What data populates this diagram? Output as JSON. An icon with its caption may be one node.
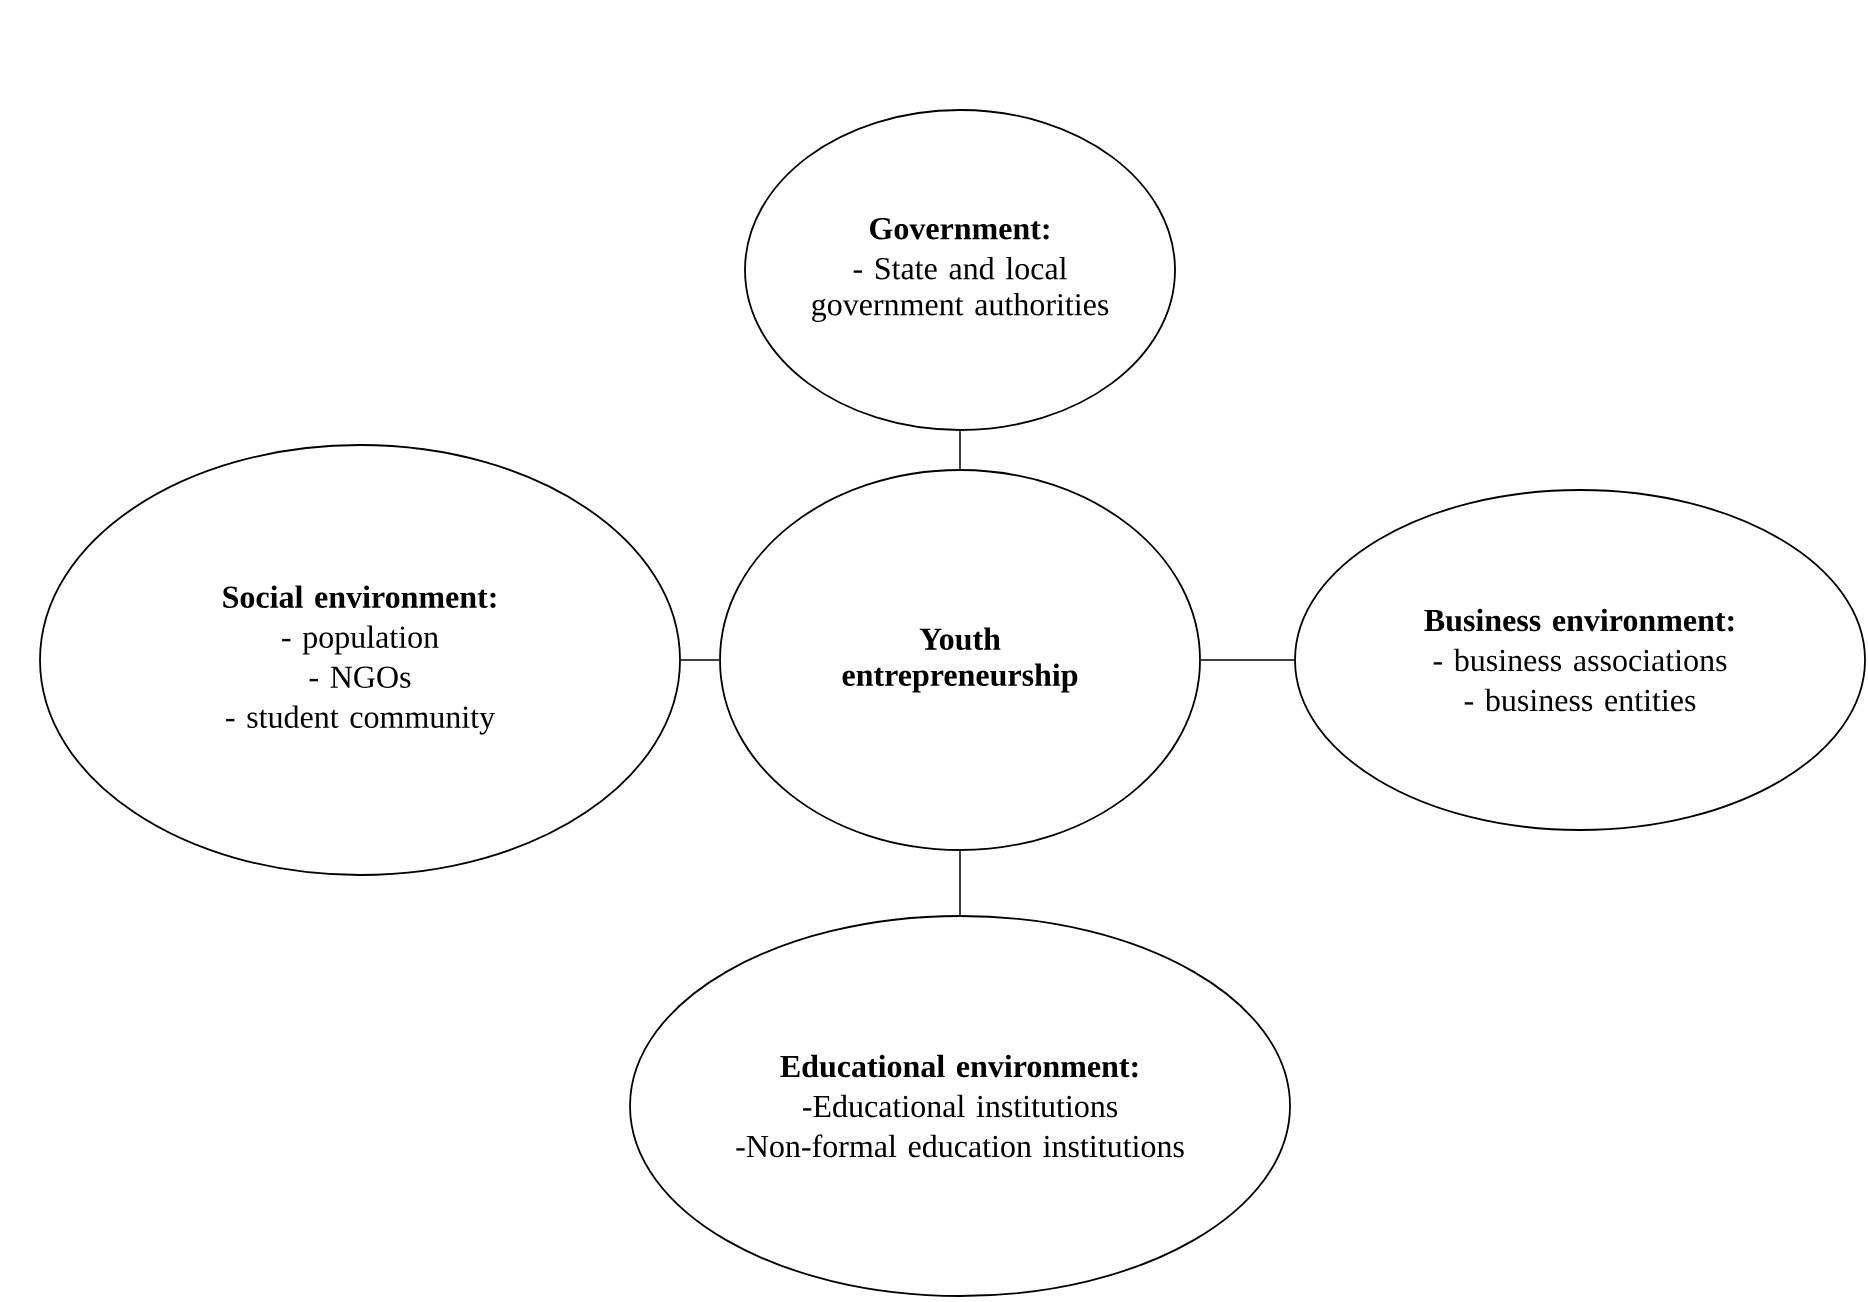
{
  "diagram": {
    "nodes": [
      {
        "text": [
          "Government:",
          "- State and local government authorities"
        ]
      },
      {
        "text": [
          "Social environment:",
          "- population",
          "- NGOs",
          "- student community"
        ]
      },
      {
        "text": [
          "Youth entrepreneurship"
        ]
      },
      {
        "text": [
          "Business environment:",
          "- business associations",
          "- business entities"
        ]
      },
      {
        "text": [
          "Educational environment:",
          "-Educational institutions",
          "-Non-formal education institutions"
        ]
      }
    ],
    "edges": [
      {
        "from": 2,
        "to": 0,
        "arrow": "none"
      },
      {
        "from": 2,
        "to": 1,
        "arrow": "none"
      },
      {
        "from": 2,
        "to": 3,
        "arrow": "none"
      },
      {
        "from": 2,
        "to": 4,
        "arrow": "none"
      }
    ]
  }
}
